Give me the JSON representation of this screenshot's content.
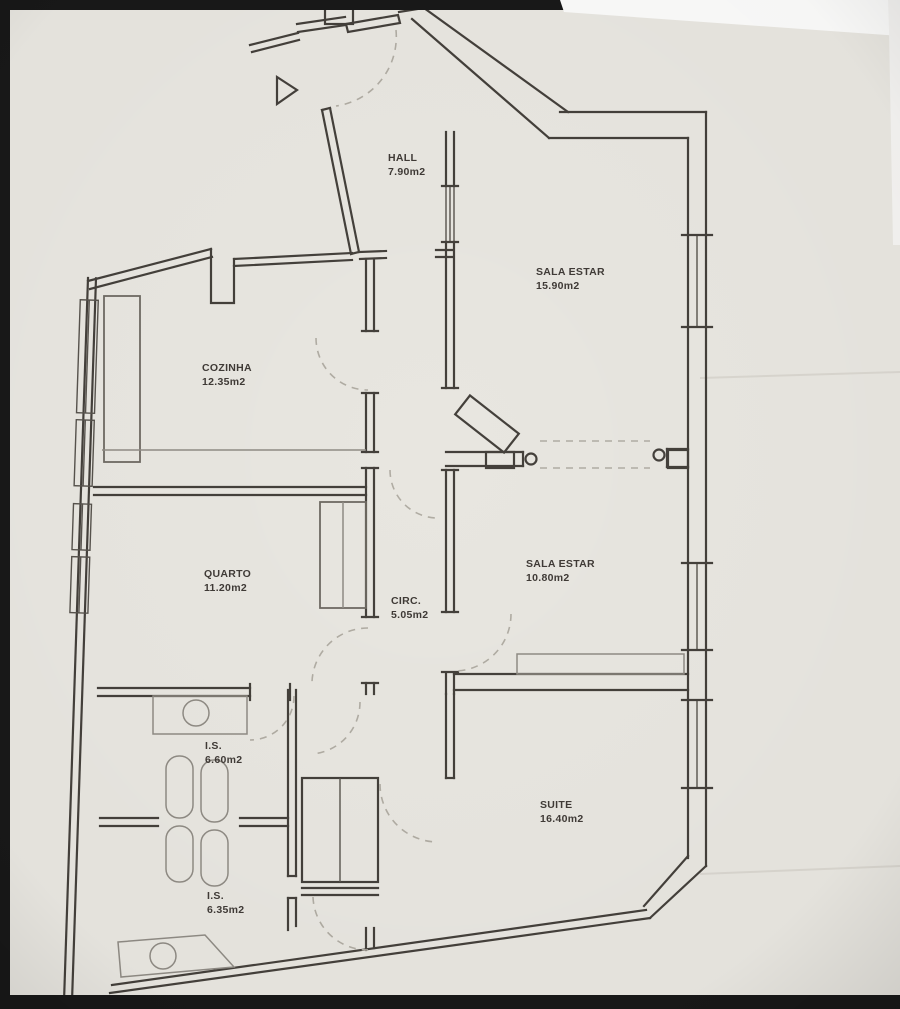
{
  "colors": {
    "paper": "#e8e6e0",
    "frame": "#181818",
    "wall": "#44403b",
    "fixture": "#8f8b84",
    "dashed": "#b0aca3",
    "label": "#3f3a36"
  },
  "plan": {
    "rooms": [
      {
        "id": "hall",
        "name": "HALL",
        "area": "7.90m2"
      },
      {
        "id": "sala-estar-1",
        "name": "SALA ESTAR",
        "area": "15.90m2"
      },
      {
        "id": "cozinha",
        "name": "COZINHA",
        "area": "12.35m2"
      },
      {
        "id": "quarto",
        "name": "QUARTO",
        "area": "11.20m2"
      },
      {
        "id": "circ",
        "name": "CIRC.",
        "area": "5.05m2"
      },
      {
        "id": "sala-estar-2",
        "name": "SALA ESTAR",
        "area": "10.80m2"
      },
      {
        "id": "is-1",
        "name": "I.S.",
        "area": "6.60m2"
      },
      {
        "id": "suite",
        "name": "SUITE",
        "area": "16.40m2"
      },
      {
        "id": "is-2",
        "name": "I.S.",
        "area": "6.35m2"
      }
    ]
  }
}
